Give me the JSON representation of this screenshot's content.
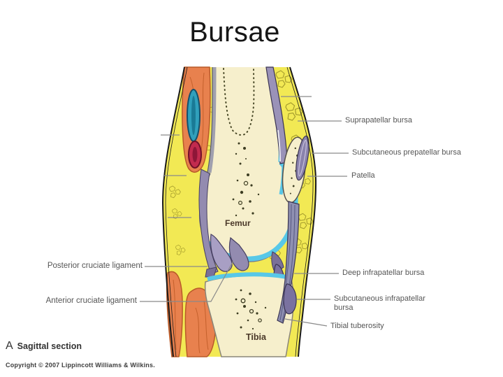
{
  "title": "Bursae",
  "caption": {
    "figure_letter": "A",
    "text": "Sagittal section"
  },
  "copyright": "Copyright © 2007 Lippincott Williams & Wilkins.",
  "labels": {
    "right": [
      {
        "text": "Suprapatellar bursa"
      },
      {
        "text": "Subcutaneous prepatellar bursa"
      },
      {
        "text": "Patella"
      },
      {
        "text": "Deep infrapatellar bursa"
      },
      {
        "text": "Subcutaneous infrapatellar bursa"
      },
      {
        "text": "Tibial tuberosity"
      }
    ],
    "left": [
      {
        "text": "Posterior cruciate ligament"
      },
      {
        "text": "Anterior cruciate ligament"
      }
    ],
    "bones": {
      "femur": "Femur",
      "tibia": "Tibia"
    }
  },
  "colors": {
    "fat_yellow": "#f2e954",
    "bone_cream": "#f6efcc",
    "cartilage_cyan": "#58c8e8",
    "bursa_purple": "#8a82ac",
    "ligament_gray_purple": "#938bb0",
    "muscle_orange": "#e8814e",
    "vein_blue": "#30a0bc",
    "artery_red": "#c22a4e",
    "leader_line_gray": "#8a8a8a",
    "label_text_gray": "#555555"
  }
}
